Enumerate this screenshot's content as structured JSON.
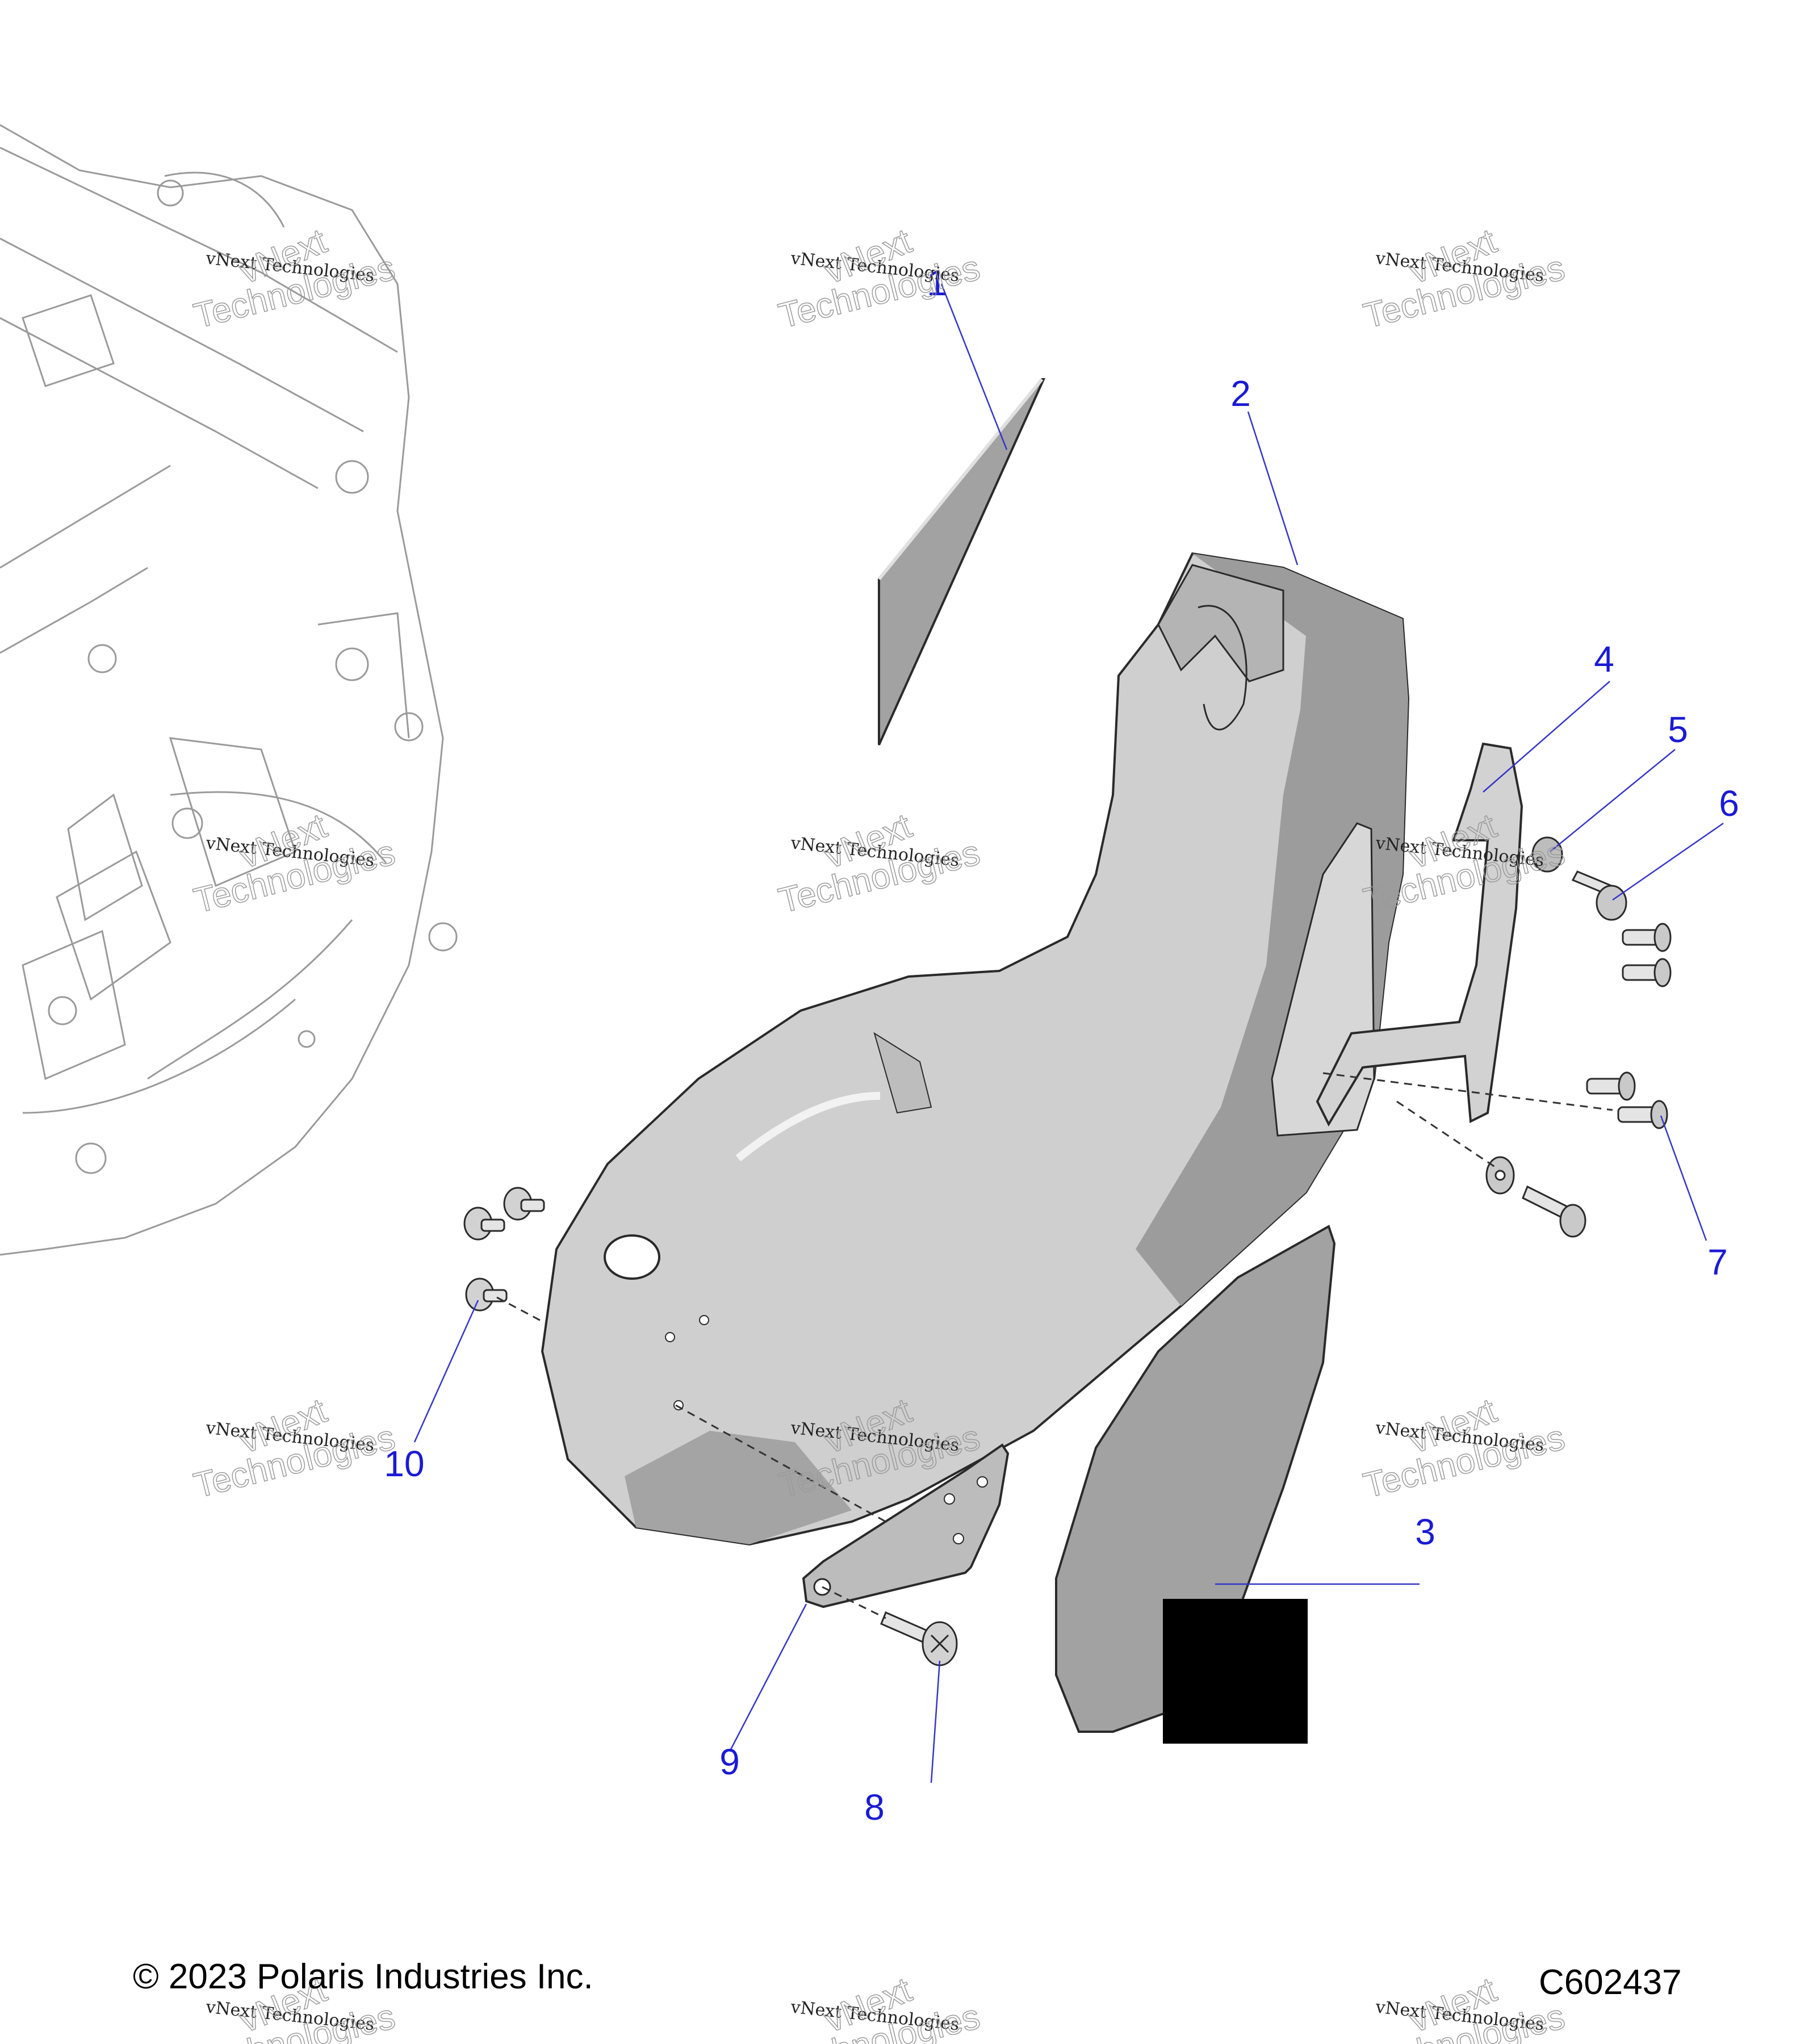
{
  "diagram": {
    "callouts": [
      "1",
      "2",
      "3",
      "4",
      "5",
      "6",
      "7",
      "8",
      "9",
      "10"
    ],
    "watermark": {
      "line1": "vNext Technologies",
      "line2a": "vNext",
      "line2b": "Technologies"
    }
  },
  "footer": {
    "copyright": "© 2023 Polaris Industries Inc.",
    "drawing_id": "C602437"
  },
  "colors": {
    "callout": "#1a1ad6",
    "part_fill": "#c8c8c8",
    "part_dark": "#9a9a9a",
    "outline": "#2a2a2a"
  }
}
